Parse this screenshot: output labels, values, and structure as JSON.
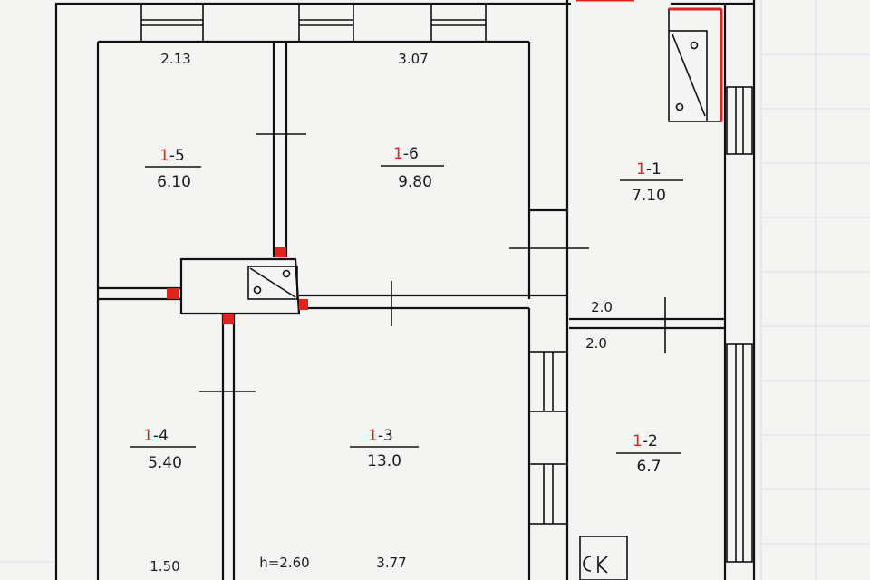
{
  "colors": {
    "paper": "#f4f4f2",
    "ink": "#111111",
    "red_mark": "#e0231c",
    "grid": "#d9dde0"
  },
  "rooms": [
    {
      "key": "r15",
      "prefix": "1",
      "suffix": "-5",
      "area": "6.10"
    },
    {
      "key": "r16",
      "prefix": "1",
      "suffix": "-6",
      "area": "9.80"
    },
    {
      "key": "r11",
      "prefix": "1",
      "suffix": "-1",
      "area": "7.10"
    },
    {
      "key": "r14",
      "prefix": "1",
      "suffix": "-4",
      "area": "5.40"
    },
    {
      "key": "r13",
      "prefix": "1",
      "suffix": "-3",
      "area": "13.0"
    },
    {
      "key": "r12",
      "prefix": "1",
      "suffix": "-2",
      "area": "6.7"
    }
  ],
  "dimensions": {
    "r15_width": "2.13",
    "r16_width": "3.07",
    "corridor_top": "2.0",
    "corridor_bottom": "2.0",
    "r14_width": "1.50",
    "ceiling_height": "h=2.60",
    "r13_width": "3.77"
  }
}
